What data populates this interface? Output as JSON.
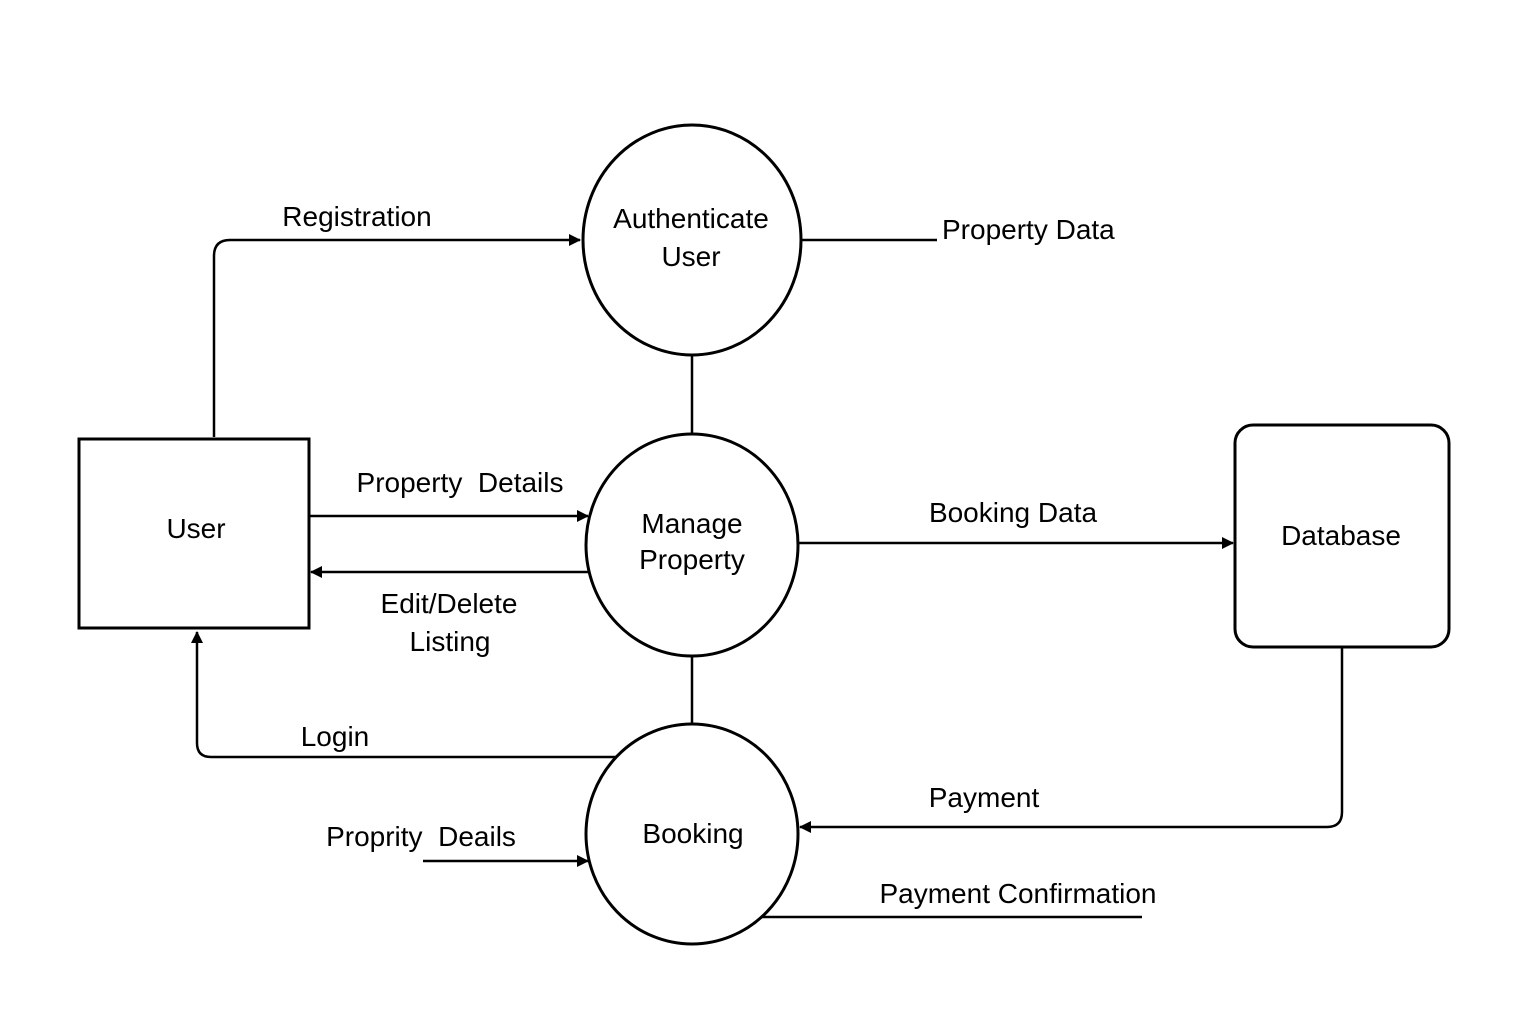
{
  "diagram": {
    "nodes": {
      "user": {
        "label": "User"
      },
      "authenticate": {
        "label_line1": "Authenticate",
        "label_line2": "User"
      },
      "manage": {
        "label_line1": "Manage",
        "label_line2": "Property"
      },
      "booking": {
        "label": "Booking"
      },
      "database": {
        "label": "Database"
      }
    },
    "flows": {
      "registration": "Registration",
      "property_data": "Property Data",
      "property_details": "Property  Details",
      "edit_delete_line1": "Edit/Delete",
      "edit_delete_line2": "Listing",
      "booking_data": "Booking Data",
      "login": "Login",
      "payment": "Payment",
      "proprity_deails": "Proprity  Deails",
      "payment_confirmation": "Payment Confirmation"
    },
    "colors": {
      "stroke": "#000000",
      "background": "#ffffff"
    }
  }
}
